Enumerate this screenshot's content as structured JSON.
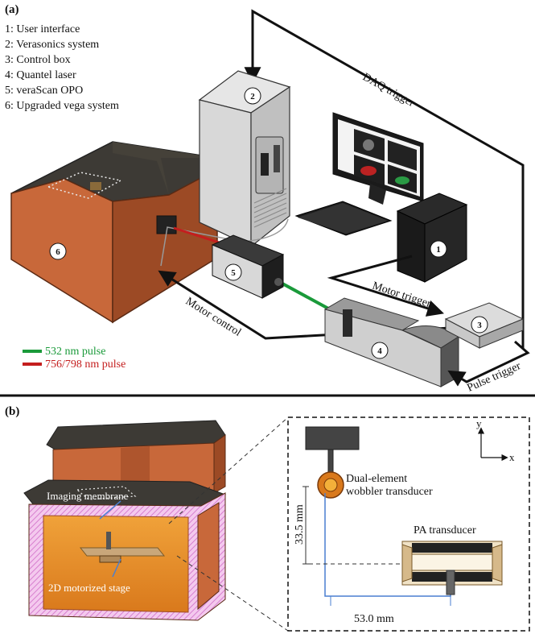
{
  "panel_a": {
    "label": "(a)",
    "legend_items": [
      "1: User interface",
      "2: Verasonics system",
      "3: Control box",
      "4: Quantel laser",
      "5: veraScan OPO",
      "6: Upgraded vega system"
    ],
    "component_numbers": [
      "1",
      "2",
      "3",
      "4",
      "5",
      "6"
    ],
    "signal_labels": {
      "daq_trigger": "DAQ trigger",
      "motor_trigger": "Motor trigger",
      "motor_control": "Motor control",
      "pulse_trigger": "Pulse trigger"
    },
    "pulse_legend": [
      {
        "text": "532 nm pulse",
        "color": "#1a9a3a"
      },
      {
        "text": "756/798 nm pulse",
        "color": "#c41e1e"
      }
    ]
  },
  "panel_b": {
    "label": "(b)",
    "labels": {
      "imaging_membrane": "Imaging membrane",
      "motorized_stage": "2D motorized stage",
      "wobbler_line1": "Dual-element",
      "wobbler_line2": "wobbler transducer",
      "pa_transducer": "PA transducer",
      "dim_vertical": "33.5 mm",
      "dim_horizontal": "53.0 mm",
      "axis_y": "y",
      "axis_x": "x"
    }
  },
  "colors": {
    "cabinet": "#c8683a",
    "cabinet_dark": "#9c4a25",
    "top": "#3d3a35",
    "laser_green": "#1a9a3a",
    "laser_red": "#c41e1e",
    "wire_blue": "#4a7fd0",
    "hatch_pink": "#e59bd9"
  }
}
